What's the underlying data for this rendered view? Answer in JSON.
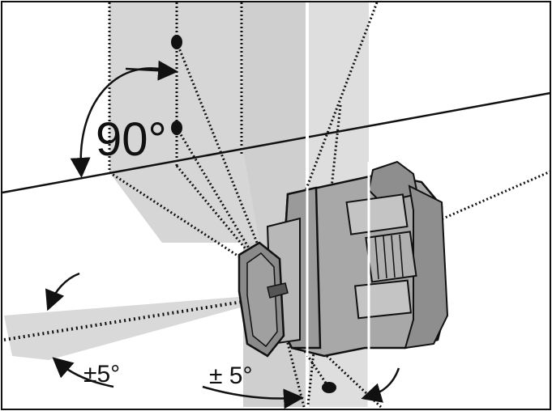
{
  "labels": {
    "rotation_angle": "90°",
    "tilt_left": "±5°",
    "tilt_bottom": "± 5°"
  },
  "colors": {
    "ink": "#111111",
    "beam_fill": "#d6d6d6",
    "device_dark": "#8e8e8e",
    "device_mid": "#a8a8a8",
    "device_light": "#c4c4c4",
    "background": "#ffffff"
  }
}
